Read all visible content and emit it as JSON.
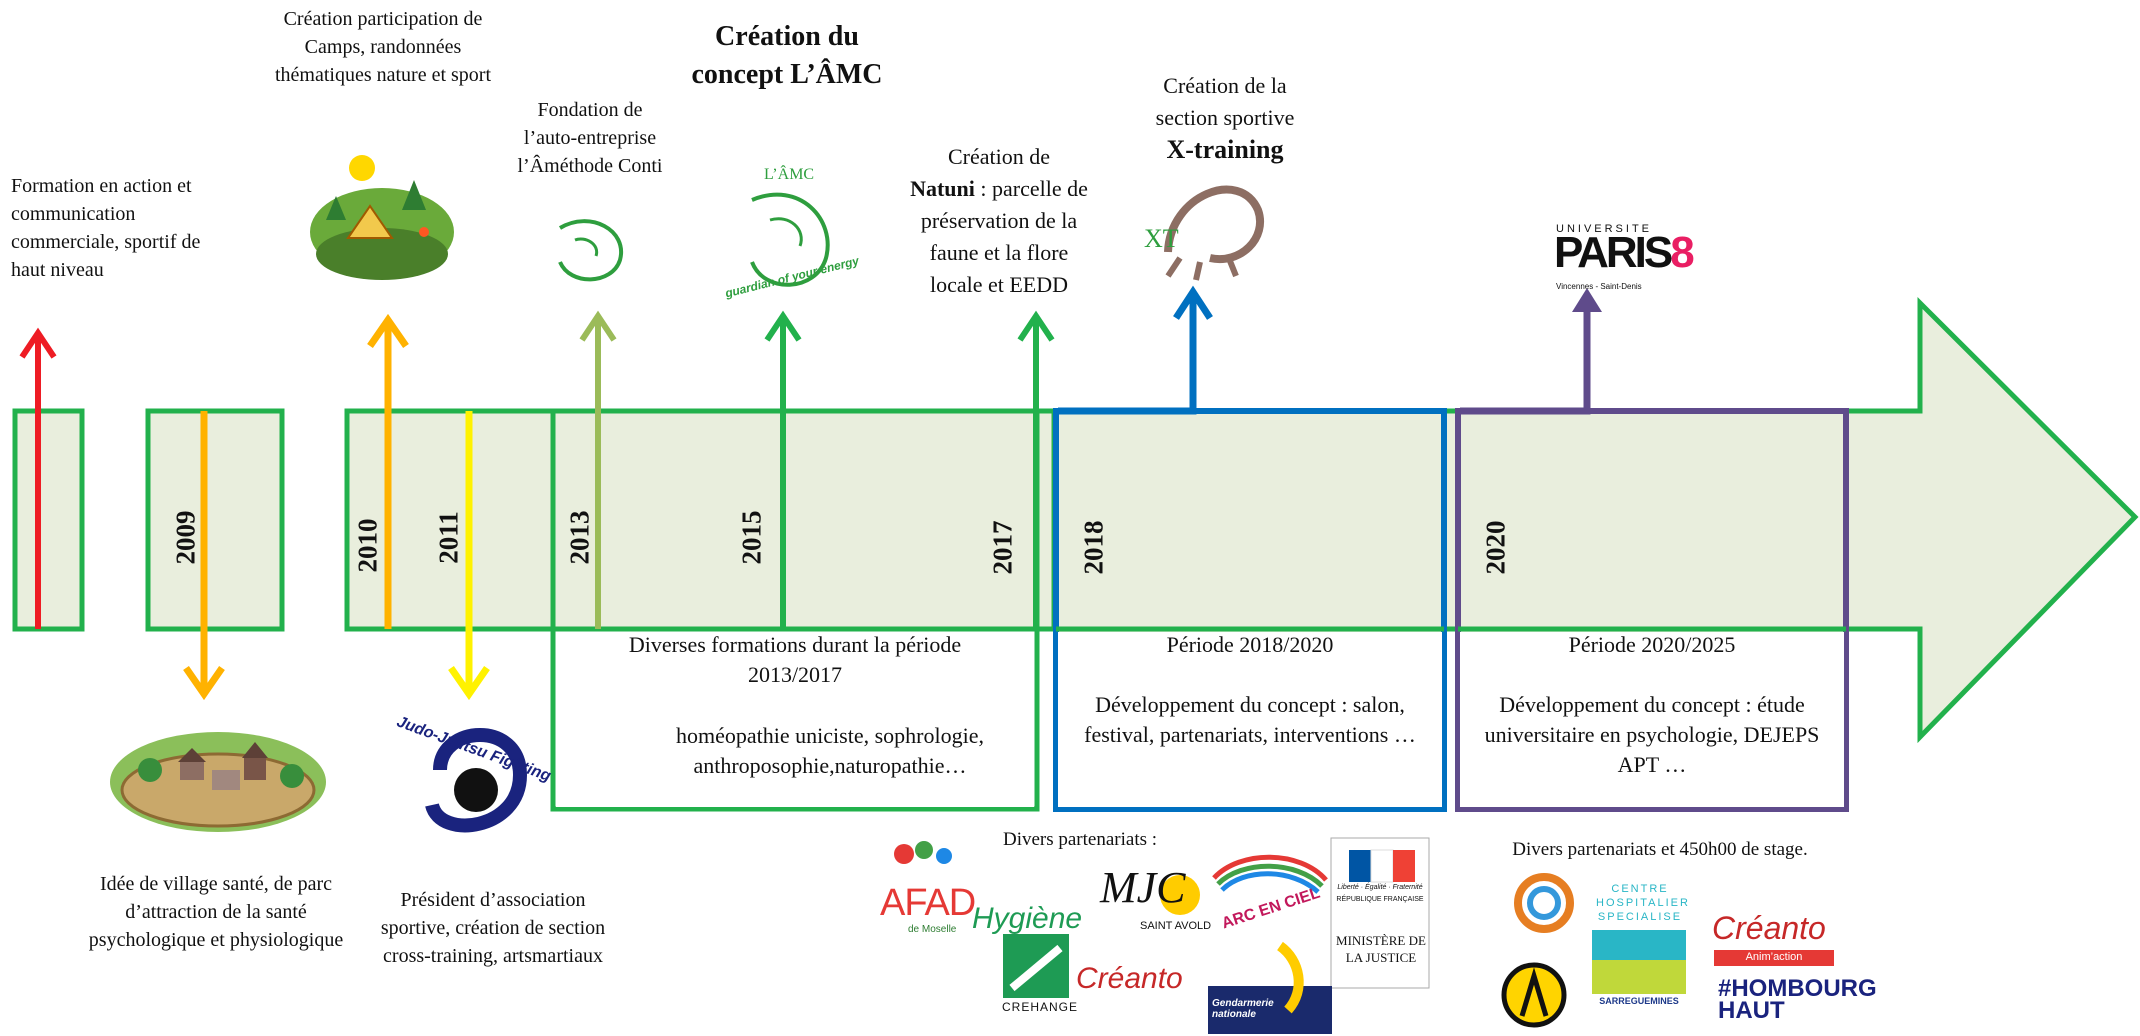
{
  "colors": {
    "timeline_green": "#22b14c",
    "timeline_fill": "#e9eedd",
    "arrow_red": "#ee1c24",
    "arrow_orange": "#ffb200",
    "arrow_yellow": "#fff200",
    "arrow_lightgreen": "#9bbb59",
    "arrow_blue": "#0070c0",
    "arrow_purple": "#5f4b8b"
  },
  "years": [
    "2009",
    "2010",
    "2011",
    "2013",
    "2015",
    "2017",
    "2018",
    "2020"
  ],
  "events_top": {
    "formation": "Formation en action et communication commerciale, sportif de haut niveau",
    "camps": "Création participation de Camps, randonnées thématiques nature et sport",
    "fondation": "Fondation de l’auto-entreprise l’Âméthode Conti",
    "concept": "Création du concept L’ÂMC",
    "natuni_prefix": "Création de",
    "natuni_name": "Natuni",
    "natuni_rest": " : parcelle de préservation de la faune et la flore locale et EEDD",
    "xtraining_prefix": "Création de la section sportive",
    "xtraining_name": "X-training"
  },
  "events_bottom": {
    "village": "Idée de village santé, de parc d’attraction de la santé psychologique et physiologique",
    "president": "Président d’association sportive, création de section cross-training, artsmartiaux"
  },
  "periods": {
    "p2013": {
      "title": "Diverses formations durant la période 2013/2017",
      "body": "homéopathie uniciste, sophrologie, anthroposophie,naturopathie…"
    },
    "p2018": {
      "title": "Période 2018/2020",
      "body": "Développement du concept : salon, festival, partenariats, interventions …"
    },
    "p2020": {
      "title": "Période 2020/2025",
      "body": "Développement du concept : étude universitaire en psychologie, DEJEPS APT …"
    }
  },
  "partners": {
    "left_title": "Divers partenariats  :",
    "right_title": "Divers partenariats et 450h00 de stage.",
    "afad": "AFAD",
    "afad_sub": "de Moselle",
    "hygiene": "Hygiène",
    "mjc": "MJC",
    "mjc_sub": "SAINT AVOLD",
    "arc": "ARC EN CIEL",
    "republique_motto": "Liberté · Égalité · Fraternité",
    "republique": "RÉPUBLIQUE FRANÇAISE",
    "ministere": "MINISTÈRE DE LA JUSTICE",
    "crehange": "CREHANGE",
    "creanto": "Créanto",
    "gendarmerie": "Gendarmerie nationale",
    "chs": "CENTRE HOSPITALIER SPECIALISE",
    "chs_city": "SARREGUEMINES",
    "creanto_anim": "Anim’action",
    "hombourg": "#HOMBOURG HAUT"
  },
  "logos": {
    "amc_top": "L’ÂMC",
    "amc_bottom": "guardian of your energy",
    "xt": "XT",
    "judo": "Judo-Jujitsu Fighting",
    "paris8_univ": "UNIVERSITE",
    "paris8_name": "PARIS",
    "paris8_num": "8",
    "paris8_sub": "Vincennes - Saint-Denis"
  }
}
